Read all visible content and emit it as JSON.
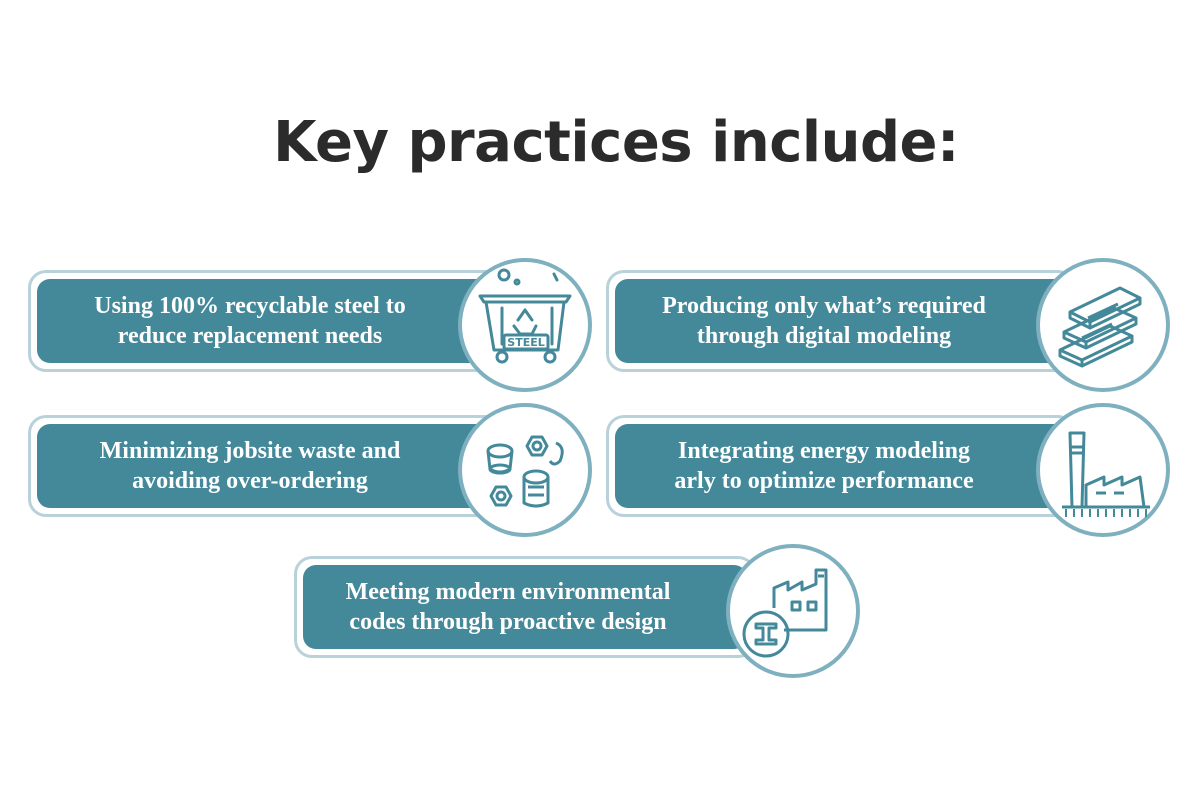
{
  "title": "Key practices include:",
  "practices": [
    {
      "text": "Using 100% recyclable steel to\nreduce replacement needs",
      "icon": "steel-recycling-bin-icon",
      "icon_label": "STEEL"
    },
    {
      "text": "Producing only what’s required\nthrough digital modeling",
      "icon": "steel-plates-stack-icon"
    },
    {
      "text": "Minimizing jobsite waste and\navoiding over-ordering",
      "icon": "scrap-metal-cans-nuts-icon"
    },
    {
      "text": "Integrating energy modeling\narly to optimize performance",
      "icon": "factory-chimney-icon"
    },
    {
      "text": "Meeting modern environmental\ncodes through proactive design",
      "icon": "factory-steel-beam-icon"
    }
  ],
  "colors": {
    "pill_fill": "#44899a",
    "pill_outline": "#b9d2da",
    "circle_outline": "#7fb0bf",
    "icon_stroke": "#44899a",
    "title": "#2b2b2b"
  }
}
